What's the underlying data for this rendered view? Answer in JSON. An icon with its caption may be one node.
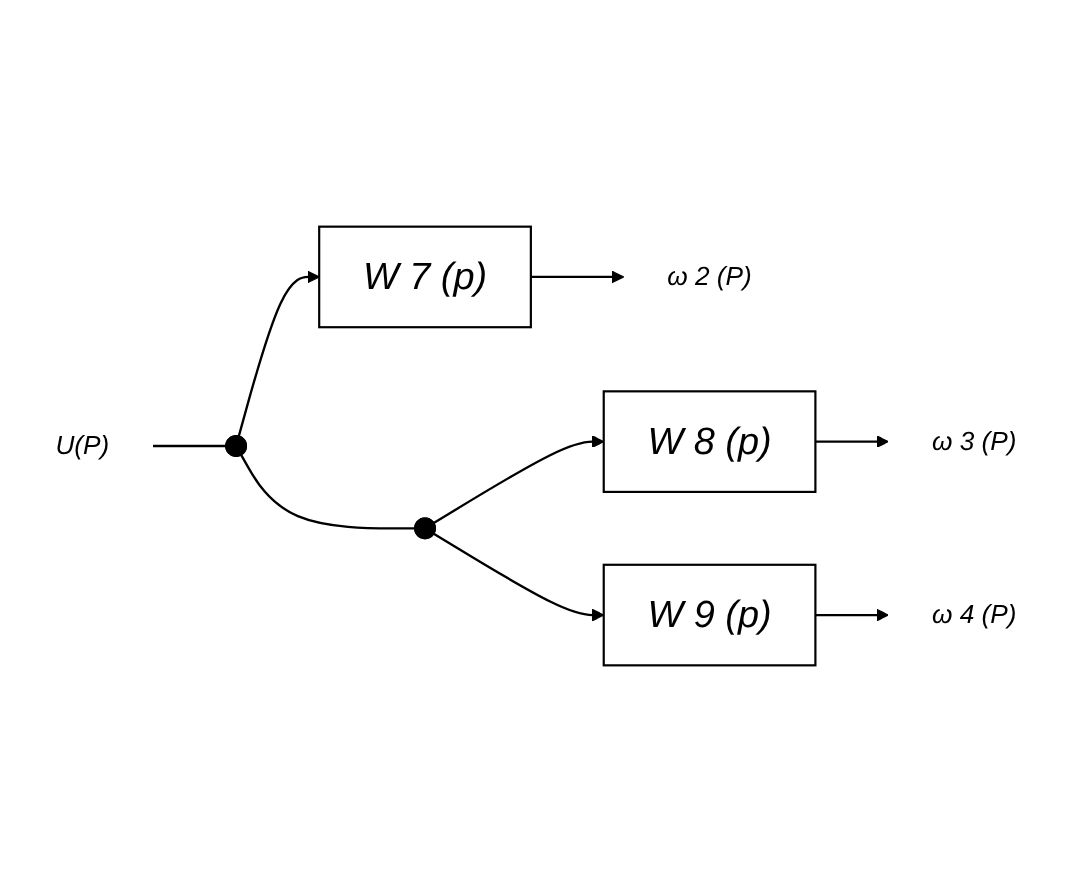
{
  "diagram": {
    "nodes": [
      {
        "text": [
          "U(P)"
        ]
      },
      {
        "text": [],
        "shape": "circle"
      },
      {
        "text": [
          "W 7 (p)"
        ]
      },
      {
        "text": [
          "ω 2 (P)"
        ]
      },
      {
        "text": [],
        "shape": "circle"
      },
      {
        "text": [
          "W 8 (p)"
        ]
      },
      {
        "text": [
          "ω 3 (P)"
        ]
      },
      {
        "text": [
          "W 9 (p)"
        ]
      },
      {
        "text": [
          "ω 4 (P)"
        ]
      }
    ],
    "edges": [
      {
        "from": 0,
        "to": 1,
        "arrow": "none"
      },
      {
        "from": 1,
        "to": 2,
        "arrow": "to"
      },
      {
        "from": 2,
        "to": 3,
        "arrow": "to"
      },
      {
        "from": 1,
        "to": 4,
        "arrow": "none"
      },
      {
        "from": 4,
        "to": 5,
        "arrow": "to"
      },
      {
        "from": 5,
        "to": 6,
        "arrow": "to"
      },
      {
        "from": 4,
        "to": 7,
        "arrow": "to"
      },
      {
        "from": 7,
        "to": 8,
        "arrow": "to"
      }
    ]
  }
}
